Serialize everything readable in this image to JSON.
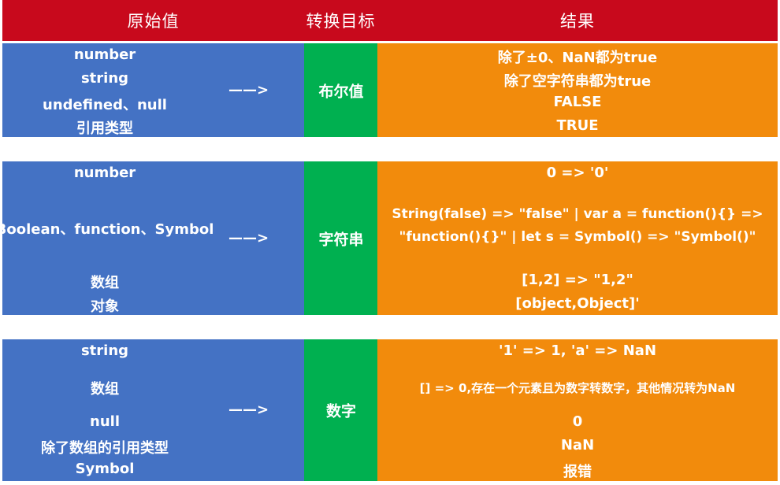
{
  "header": {
    "col_original": "原始值",
    "col_target": "转换目标",
    "col_result": "结果"
  },
  "sections": [
    {
      "arrow": "——>",
      "target": "布尔值",
      "originals": [
        "number",
        "string",
        "undefined、null",
        "引用类型"
      ],
      "results": [
        "除了±0、NaN都为true",
        "除了空字符串都为true",
        "FALSE",
        "TRUE"
      ]
    },
    {
      "arrow": "——>",
      "target": "字符串",
      "originals": [
        "number",
        "Boolean、function、Symbol",
        "数组",
        "对象"
      ],
      "results": [
        "0 => '0'",
        "String(false) => \"false\" | var a = function(){} =>",
        "\"function(){}\" | let s = Symbol() => \"Symbol()\"",
        "[1,2] => \"1,2\"",
        "[object,Object]'"
      ]
    },
    {
      "arrow": "——>",
      "target": "数字",
      "originals": [
        "string",
        "数组",
        "null",
        "除了数组的引用类型",
        "Symbol"
      ],
      "results": [
        "'1' => 1, 'a' => NaN",
        "[] => 0,存在一个元素且为数字转数字，其他情况转为NaN",
        "0",
        "NaN",
        "报错"
      ]
    }
  ],
  "colors": {
    "header": "#c8091c",
    "blue": "#4472c4",
    "green": "#00b050",
    "orange": "#f28b0c"
  }
}
